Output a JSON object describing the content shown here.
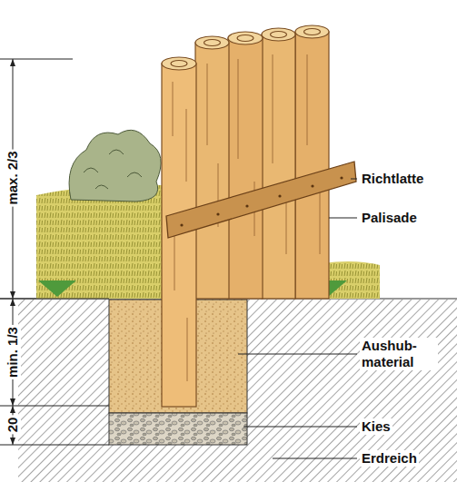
{
  "diagram": {
    "labels": [
      "max. 2/3",
      "min. 1/3",
      "20",
      "Richtlatte",
      "Palisade",
      "Aushub- material",
      "Kies",
      "Erdreich"
    ]
  }
}
